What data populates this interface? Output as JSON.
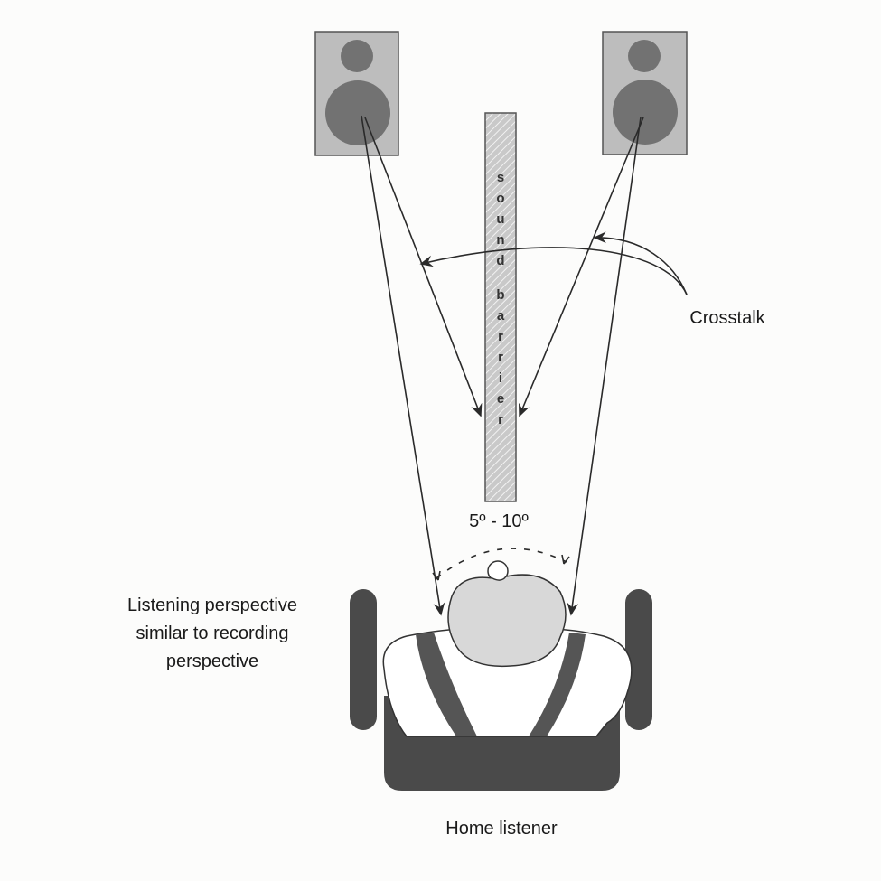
{
  "diagram": {
    "barrier_letters": [
      "s",
      "o",
      "u",
      "n",
      "d",
      "b",
      "a",
      "r",
      "r",
      "i",
      "e",
      "r"
    ],
    "crosstalk_label": "Crosstalk",
    "angle_label": "5º - 10º",
    "perspective_label": [
      "Listening perspective",
      "similar to recording",
      "perspective"
    ],
    "listener_label": "Home listener",
    "colors": {
      "speaker_box": "#b9b9b9",
      "driver": "#6f6f6f",
      "barrier": "#c4c4c4",
      "head": "#d6d6d6",
      "chair": "#4a4a4a",
      "line": "#2a2a2a"
    }
  }
}
